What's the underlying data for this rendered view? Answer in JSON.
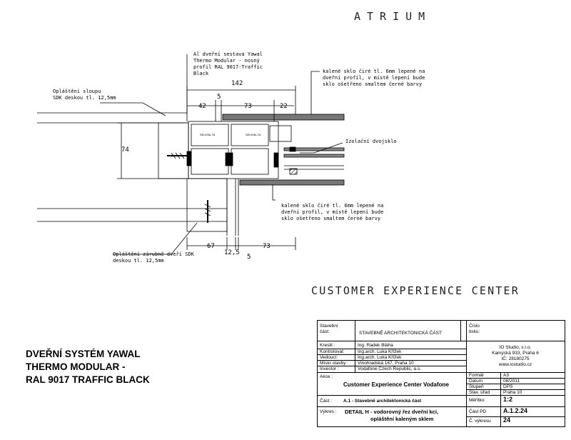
{
  "header": {
    "title": "ATRIUM"
  },
  "subtitle": "CUSTOMER EXPERIENCE CENTER",
  "left_title": [
    "DVEŘNÍ SYSTÉM YAWAL",
    "THERMO MODULAR -",
    "RAL 9017 TRAFFIC BLACK"
  ],
  "annotations": {
    "door_system": [
      "Al dveřní sestava Yawal",
      "Thermo Modular - nosný",
      "profil RAL 9017-Traffic",
      "Black"
    ],
    "column_cladding": [
      "Opláštění sloupu",
      "SDK deskou tl. 12,5mm"
    ],
    "glass_top": [
      "kalené sklo čiré tl. 6mm lepené na",
      "dveřní profil, v místě lepení bude",
      "sklo ošetřeno smaltem černé barvy"
    ],
    "insulating_glass": "Izolační dvojsklo",
    "glass_bottom": [
      "kalené sklo čiré tl. 6mm lepené na",
      "dveřní profil, v místě lepení bude",
      "sklo ošetřeno smaltem černé barvy"
    ],
    "frame_cladding": [
      "Opláštění zárubně dveří SDK",
      "deskou tl. 12,5mm"
    ],
    "profile_label_a": "SELKNIL7A",
    "profile_label_b": "SELKNIL7A"
  },
  "dimensions": {
    "d142": "142",
    "d5_top": "5",
    "d42": "42",
    "d73_top": "73",
    "d22": "22",
    "d74": "74",
    "d67": "67",
    "d12_5": "12,5",
    "d5_bottom": "5",
    "d73_bottom": "73"
  },
  "title_block": {
    "stavebni_cast_label": "Stavební\nčást:",
    "stavebni_cast_value": "STAVEBNĚ ARCHITEKTONICKÁ ČÁST",
    "cislo_tisku_label": "Číslo\ntisku:",
    "kreslil_label": "Kreslil :",
    "kreslil_value": "Ing. Radek Bláha",
    "kontroloval_label": "Kontroloval:",
    "kontroloval_value": "Ing.arch. Luka Křížek",
    "vedouci_label": "Vedoucí:",
    "vedouci_value": "Ing.arch. Luka Křížek",
    "misto_label": "Místo stavby :",
    "misto_value": "Vinohradská 167, Praha 10",
    "investor_label": "Investor :",
    "investor_value": "Vodafone Czech Republic, a.s.",
    "company_lines": [
      "IO Studio, s.r.o.",
      "Kamýcká 933, Praha 6",
      "IČ: 28180275",
      "www.iostudio.cz"
    ],
    "akce_label": "Akce :",
    "akce_value": "Customer Experience Center Vodafone",
    "format_label": "Formát",
    "format_value": "A3",
    "datum_label": "Datum",
    "datum_value": "08/2011",
    "stupen_label": "Stupeň",
    "stupen_value": "DPS",
    "stav_urad_label": "Stav. úřad",
    "stav_urad_value": "Praha 10",
    "meritko_label": "Měřítko",
    "meritko_value": "1:2",
    "cast_label": "Část :",
    "cast_value": "A.1 - Stavebně architektonická část",
    "vykres_label": "Výkres :",
    "vykres_value_1": "DETAIL H - vodorovný řez dveřní kcí,",
    "vykres_value_2": "opláštění kaleným sklem",
    "cast_pd_label": "Část PD",
    "cast_pd_value": "A.1.2.24",
    "c_vykresu_label": "Č. výkresu",
    "c_vykresu_value": "24"
  }
}
